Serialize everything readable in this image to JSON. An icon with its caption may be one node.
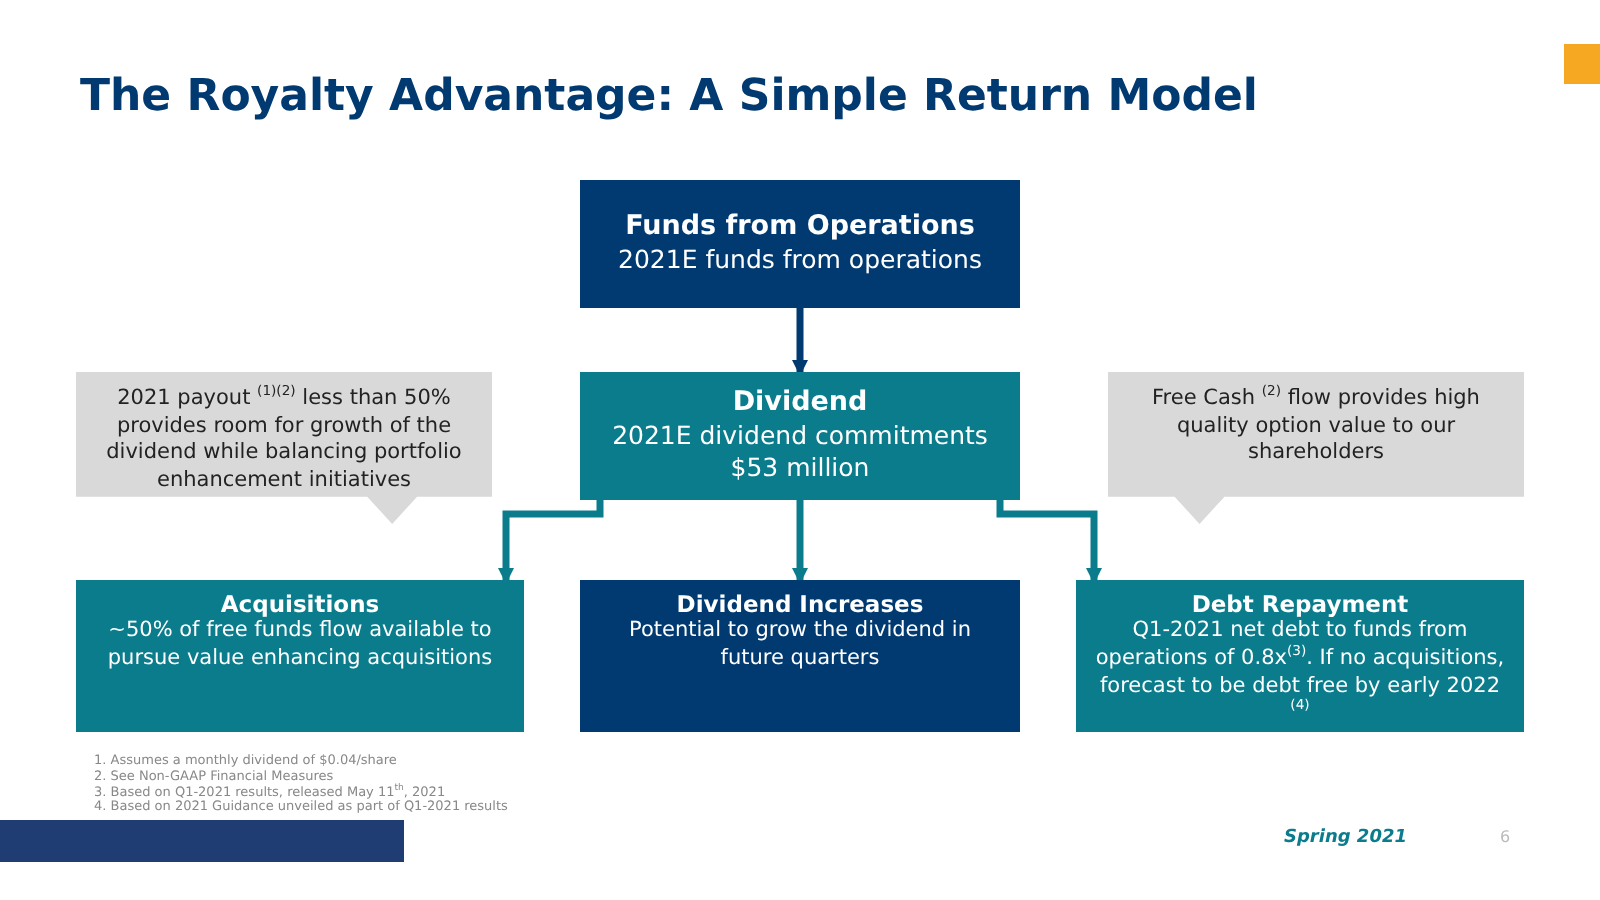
{
  "diagram": {
    "title": "The Royalty Advantage: A Simple Return Model",
    "nodes": [
      {
        "text": [
          "Funds from Operations",
          "2021E funds from operations"
        ]
      },
      {
        "text": [
          "2021 payout $^{(1)(2)}$  less than 50% provides room for growth of the dividend while balancing portfolio enhancement initiatives"
        ]
      },
      {
        "text": [
          "Dividend",
          "2021E dividend commitments $53 million"
        ]
      },
      {
        "text": [
          "Free Cash $^{(2)}$ flow provides high quality option value to our shareholders"
        ]
      },
      {
        "text": [
          "Acquisitions",
          "~50% of free funds flow available to pursue value enhancing acquisitions"
        ]
      },
      {
        "text": [
          "Dividend Increases",
          "Potential to grow the dividend in future quarters"
        ]
      },
      {
        "text": [
          "Debt Repayment",
          "Q1-2021 net debt to funds from operations of 0.8x$^{(3)}$. If no acquisitions, forecast to be debt free by early 2022 $^{(4)}$"
        ]
      }
    ],
    "edges": [
      {
        "from": 0,
        "to": 2,
        "arrow": "to",
        "color": "#003a70"
      },
      {
        "from": 2,
        "to": 4,
        "arrow": "to"
      },
      {
        "from": 2,
        "to": 5,
        "arrow": "to"
      },
      {
        "from": 2,
        "to": 6,
        "arrow": "to"
      }
    ],
    "labels": [
      "1.  Assumes a monthly dividend of $0.04/share",
      "2.  See Non-GAAP Financial Measures",
      "3.  Based on Q1-2021 results, released May 11$^{th}$, 2021",
      "4.  Based on 2021 Guidance unveiled as part of Q1-2021 results",
      "Spring 2021",
      "6"
    ]
  }
}
